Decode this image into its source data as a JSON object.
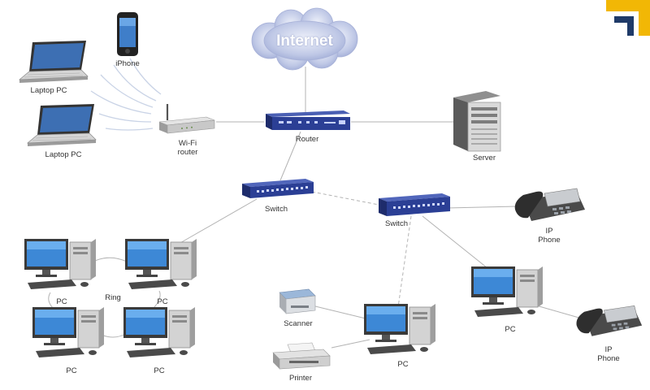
{
  "diagram": {
    "internet": "Internet",
    "router": "Router",
    "server": "Server",
    "wifi_router": "Wi-Fi\nrouter",
    "iphone": "iPhone",
    "laptop_top": "Laptop PC",
    "laptop_bottom": "Laptop PC",
    "switch_left": "Switch",
    "switch_right": "Switch",
    "ip_phone_top": "IP\nPhone",
    "ip_phone_bottom": "IP\nPhone",
    "ring": "Ring",
    "ring_pcs": [
      "PC",
      "PC",
      "PC",
      "PC"
    ],
    "scanner": "Scanner",
    "printer": "Printer",
    "pc_center": "PC",
    "pc_right": "PC"
  },
  "colors": {
    "cloud": "#aab6da",
    "device_blue": "#2b3f95",
    "screen_blue": "#3d88d6",
    "link": "#b3b3b3",
    "corner_gold": "#f2b705",
    "corner_navy": "#1f3a68"
  },
  "icons": [
    "cloud-icon",
    "router-icon",
    "server-icon",
    "wifi-router-icon",
    "smartphone-icon",
    "laptop-icon",
    "switch-icon",
    "desktop-pc-icon",
    "ip-phone-icon",
    "scanner-icon",
    "printer-icon"
  ]
}
